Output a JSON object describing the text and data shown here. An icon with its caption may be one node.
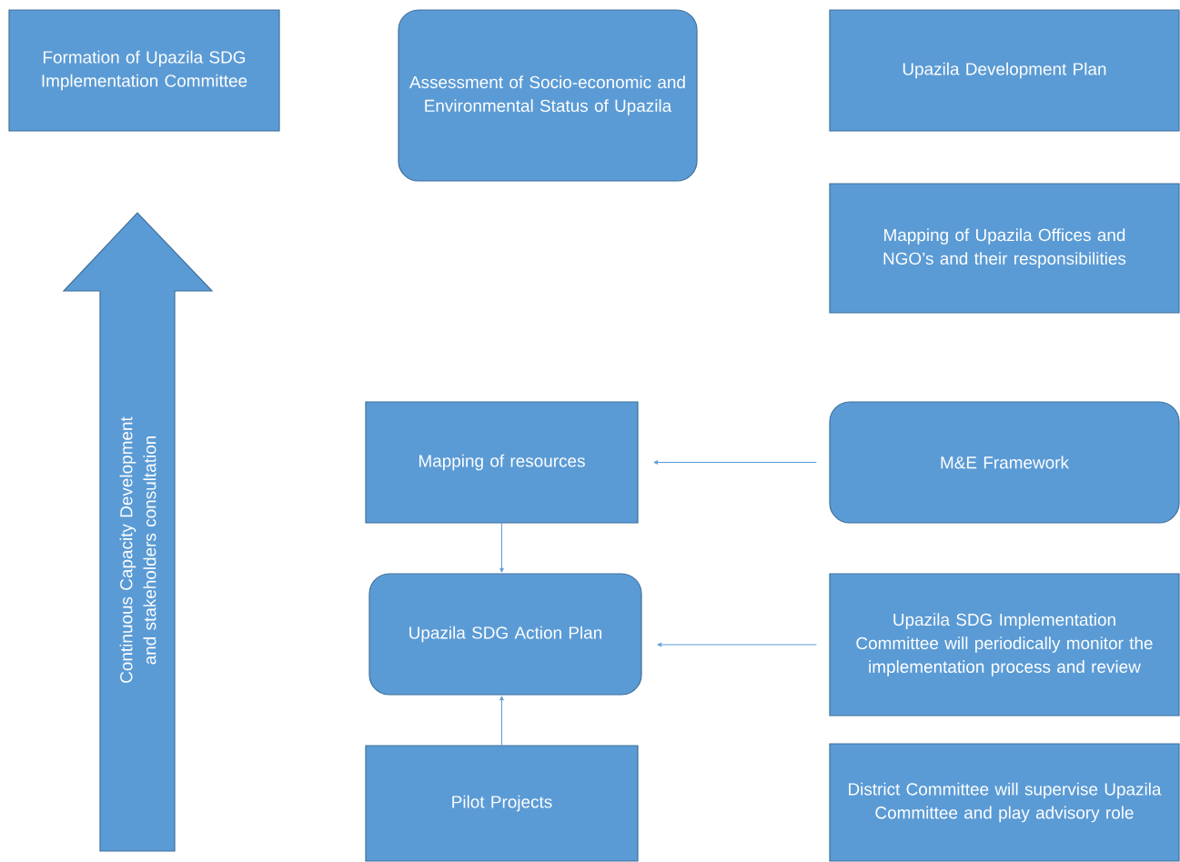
{
  "diagram": {
    "nodes": [
      {
        "text": [
          "Formation of Upazila SDG Implementation Committee"
        ]
      },
      {
        "text": [
          "Assessment of Socio-economic and Environmental Status of Upazila"
        ]
      },
      {
        "text": [
          "Upazila Development Plan"
        ]
      },
      {
        "text": [
          "Mapping of Upazila Offices and NGO’s and their responsibilities"
        ]
      },
      {
        "text": [
          "Continuous Capacity Development and stakeholders consultation"
        ]
      },
      {
        "text": [
          "Mapping of resources"
        ]
      },
      {
        "text": [
          "M&E Framework"
        ]
      },
      {
        "text": [
          "Upazila SDG Action Plan"
        ]
      },
      {
        "text": [
          "Upazila SDG Implementation Committee will periodically monitor the implementation process and review"
        ]
      },
      {
        "text": [
          "Pilot Projects"
        ]
      },
      {
        "text": [
          "District Committee will supervise Upazila Committee and play advisory role"
        ]
      }
    ],
    "edges": [
      {
        "from": 6,
        "to": 5,
        "arrow": "to"
      },
      {
        "from": 5,
        "to": 7,
        "arrow": "to"
      },
      {
        "from": 9,
        "to": 7,
        "arrow": "to"
      },
      {
        "from": 8,
        "to": 7,
        "arrow": "to"
      }
    ]
  }
}
